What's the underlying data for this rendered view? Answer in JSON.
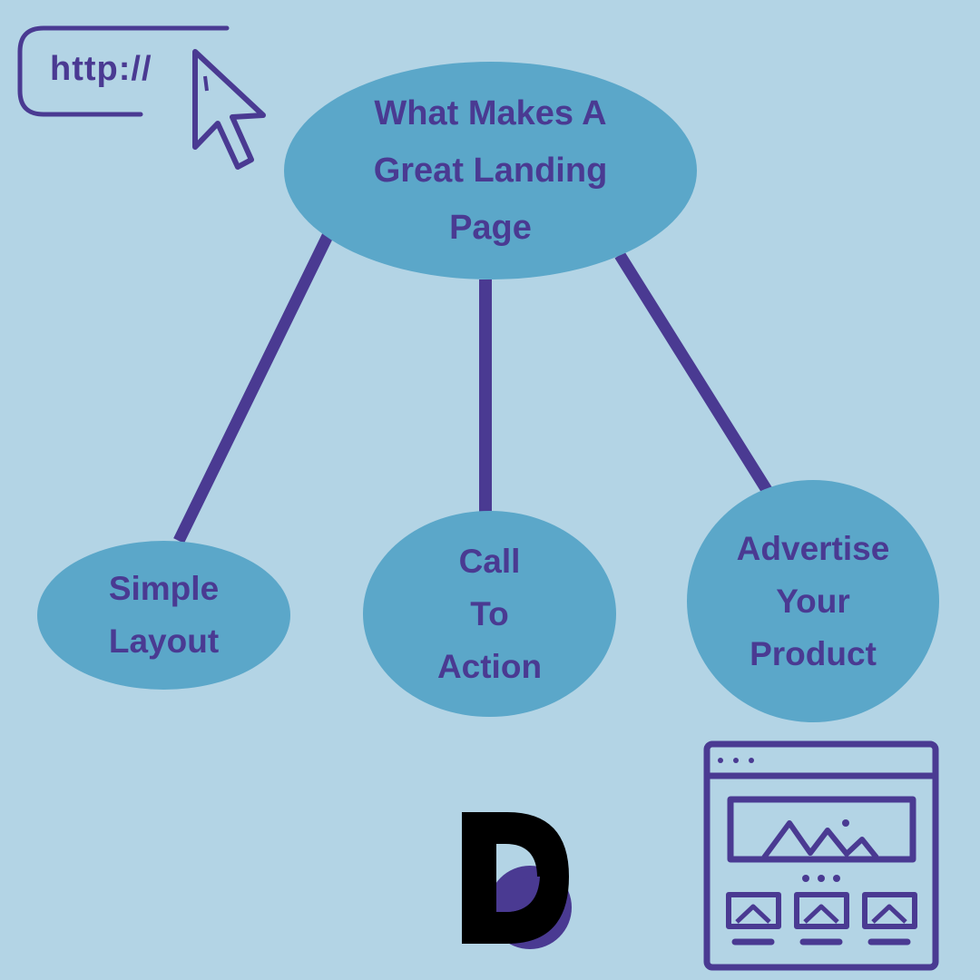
{
  "url_bar": {
    "text": "http://"
  },
  "root": {
    "lines": [
      "What Makes A",
      "Great Landing",
      "Page"
    ]
  },
  "children": [
    {
      "lines": [
        "Simple",
        "Layout"
      ]
    },
    {
      "lines": [
        "Call",
        "To",
        "Action"
      ]
    },
    {
      "lines": [
        "Advertise",
        "Your",
        "Product"
      ]
    }
  ],
  "colors": {
    "background": "#b3d4e5",
    "node_fill": "#5ba7c9",
    "accent": "#4a3a92",
    "logo_black": "#000000"
  },
  "icons": [
    "cursor-arrow-icon",
    "url-bar-icon",
    "browser-window-icon",
    "logo-d-icon"
  ]
}
